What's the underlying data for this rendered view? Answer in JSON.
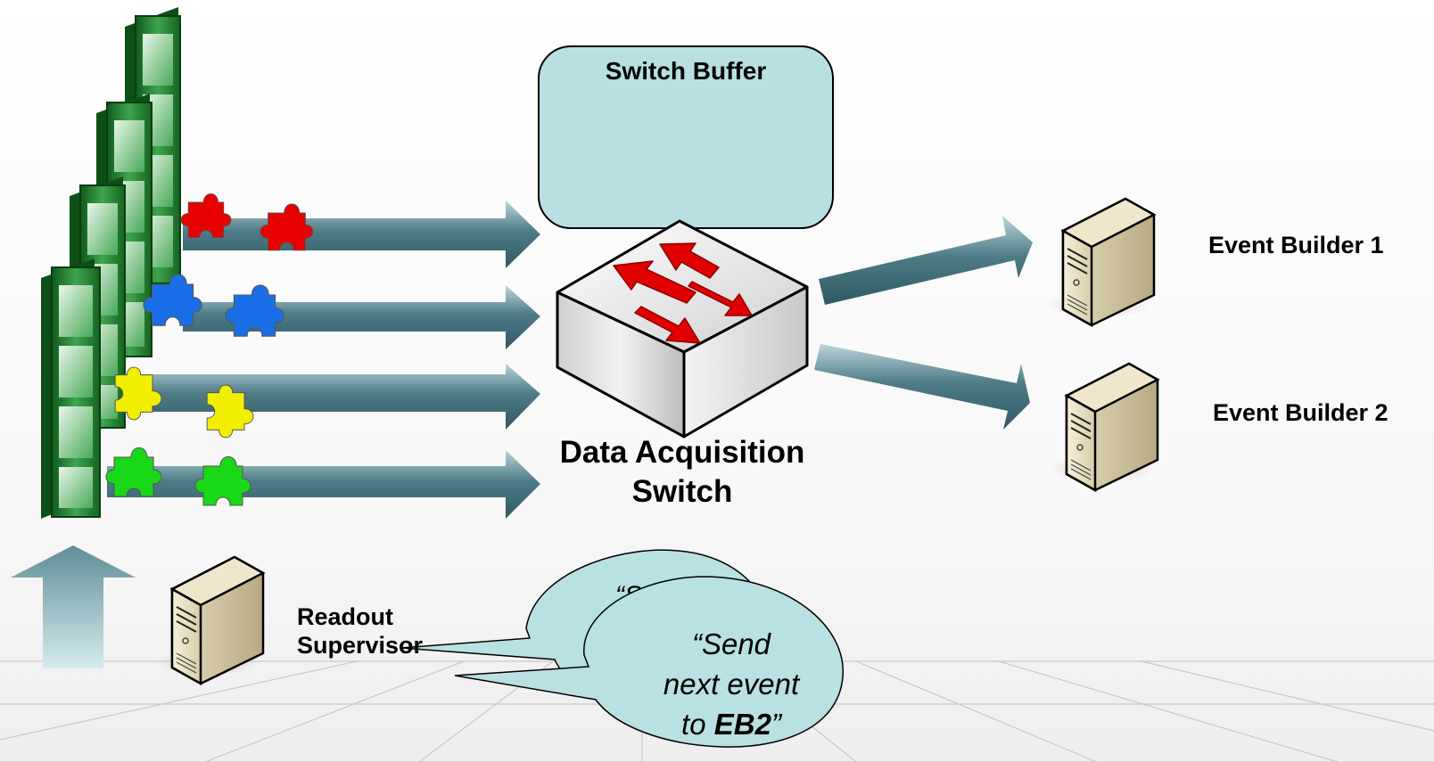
{
  "switch_buffer": {
    "title": "Switch Buffer"
  },
  "switch": {
    "label_line1": "Data Acquisition",
    "label_line2": "Switch",
    "arrow_color": "#e00000"
  },
  "event_builders": [
    {
      "label": "Event Builder 1"
    },
    {
      "label": "Event Builder 2"
    }
  ],
  "readout_supervisor": {
    "label_line1": "Readout",
    "label_line2": "Supervisor"
  },
  "speech_bubble": {
    "hidden_text_fragment": "“S",
    "line1": "“Send",
    "line2": "next event",
    "line3_prefix": "to ",
    "line3_bold": "EB2",
    "line3_suffix": "”"
  },
  "fragments": [
    {
      "color_name": "red",
      "color": "#e80000"
    },
    {
      "color_name": "blue",
      "color": "#1a6fe8"
    },
    {
      "color_name": "yellow",
      "color": "#f2ee00"
    },
    {
      "color_name": "green",
      "color": "#18d818"
    }
  ],
  "colors": {
    "flow_arrow": "#5f8f9a",
    "bubble_fill": "#b9e0e3",
    "readout_board": "#2e8b3c"
  }
}
